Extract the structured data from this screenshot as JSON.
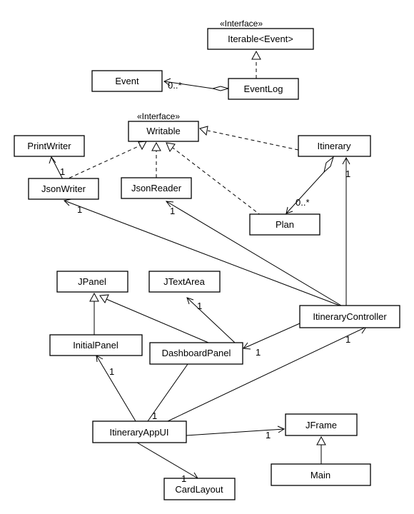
{
  "classes": {
    "iterable": {
      "name": "Iterable<Event>",
      "stereotype": "«Interface»"
    },
    "event": {
      "name": "Event"
    },
    "eventlog": {
      "name": "EventLog"
    },
    "writable": {
      "name": "Writable",
      "stereotype": "«Interface»"
    },
    "printwriter": {
      "name": "PrintWriter"
    },
    "itinerary": {
      "name": "Itinerary"
    },
    "jsonwriter": {
      "name": "JsonWriter"
    },
    "jsonreader": {
      "name": "JsonReader"
    },
    "plan": {
      "name": "Plan"
    },
    "jpanel": {
      "name": "JPanel"
    },
    "jtextarea": {
      "name": "JTextArea"
    },
    "controller": {
      "name": "ItineraryController"
    },
    "initialpanel": {
      "name": "InitialPanel"
    },
    "dashboard": {
      "name": "DashboardPanel"
    },
    "appui": {
      "name": "ItineraryAppUI"
    },
    "jframe": {
      "name": "JFrame"
    },
    "main": {
      "name": "Main"
    },
    "cardlayout": {
      "name": "CardLayout"
    }
  },
  "multiplicities": {
    "eventlog_event": "0..*",
    "jsonwriter_printwriter": "1",
    "itinerary_plan": "0..*",
    "controller_itinerary": "1",
    "controller_jsonwriter": "1",
    "controller_jsonreader": "1",
    "dashboard_jtextarea": "1",
    "dashboard_controller": "1",
    "appui_controller": "1",
    "appui_initialpanel": "1",
    "appui_dashboard": "1",
    "appui_jframe": "1",
    "appui_cardlayout": "1"
  }
}
